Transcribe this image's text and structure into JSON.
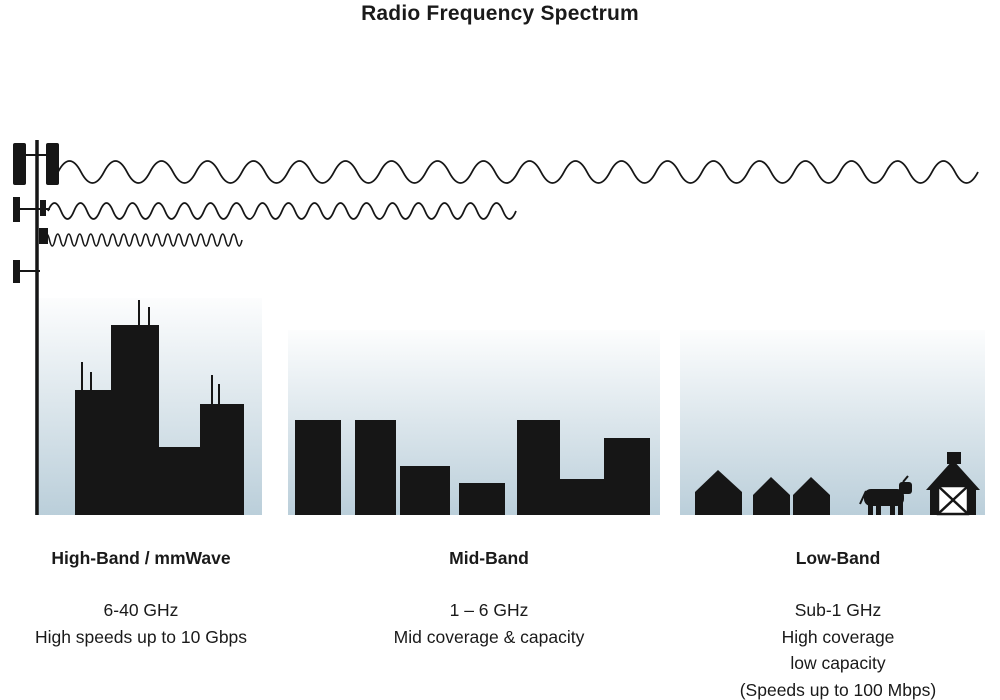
{
  "title": "Radio Frequency Spectrum",
  "bands": [
    {
      "id": "high-band",
      "name": "High-Band / mmWave",
      "frequency": "6-40 GHz",
      "details": [
        "High speeds up to 10 Gbps"
      ],
      "scene": "skyscrapers",
      "wave": "short-wavelength"
    },
    {
      "id": "mid-band",
      "name": "Mid-Band",
      "frequency": "1 – 6 GHz",
      "details": [
        "Mid coverage & capacity"
      ],
      "scene": "mid-rise-buildings",
      "wave": "medium-wavelength"
    },
    {
      "id": "low-band",
      "name": "Low-Band",
      "frequency": "Sub-1 GHz",
      "details": [
        "High coverage",
        "low capacity",
        "(Speeds up to 100 Mbps)"
      ],
      "scene": "houses-farm-barn",
      "wave": "long-wavelength"
    }
  ],
  "colors": {
    "ink": "#161616",
    "sky_gradient_bottom": "#b7ccd8",
    "sky_gradient_top": "#ffffff"
  }
}
